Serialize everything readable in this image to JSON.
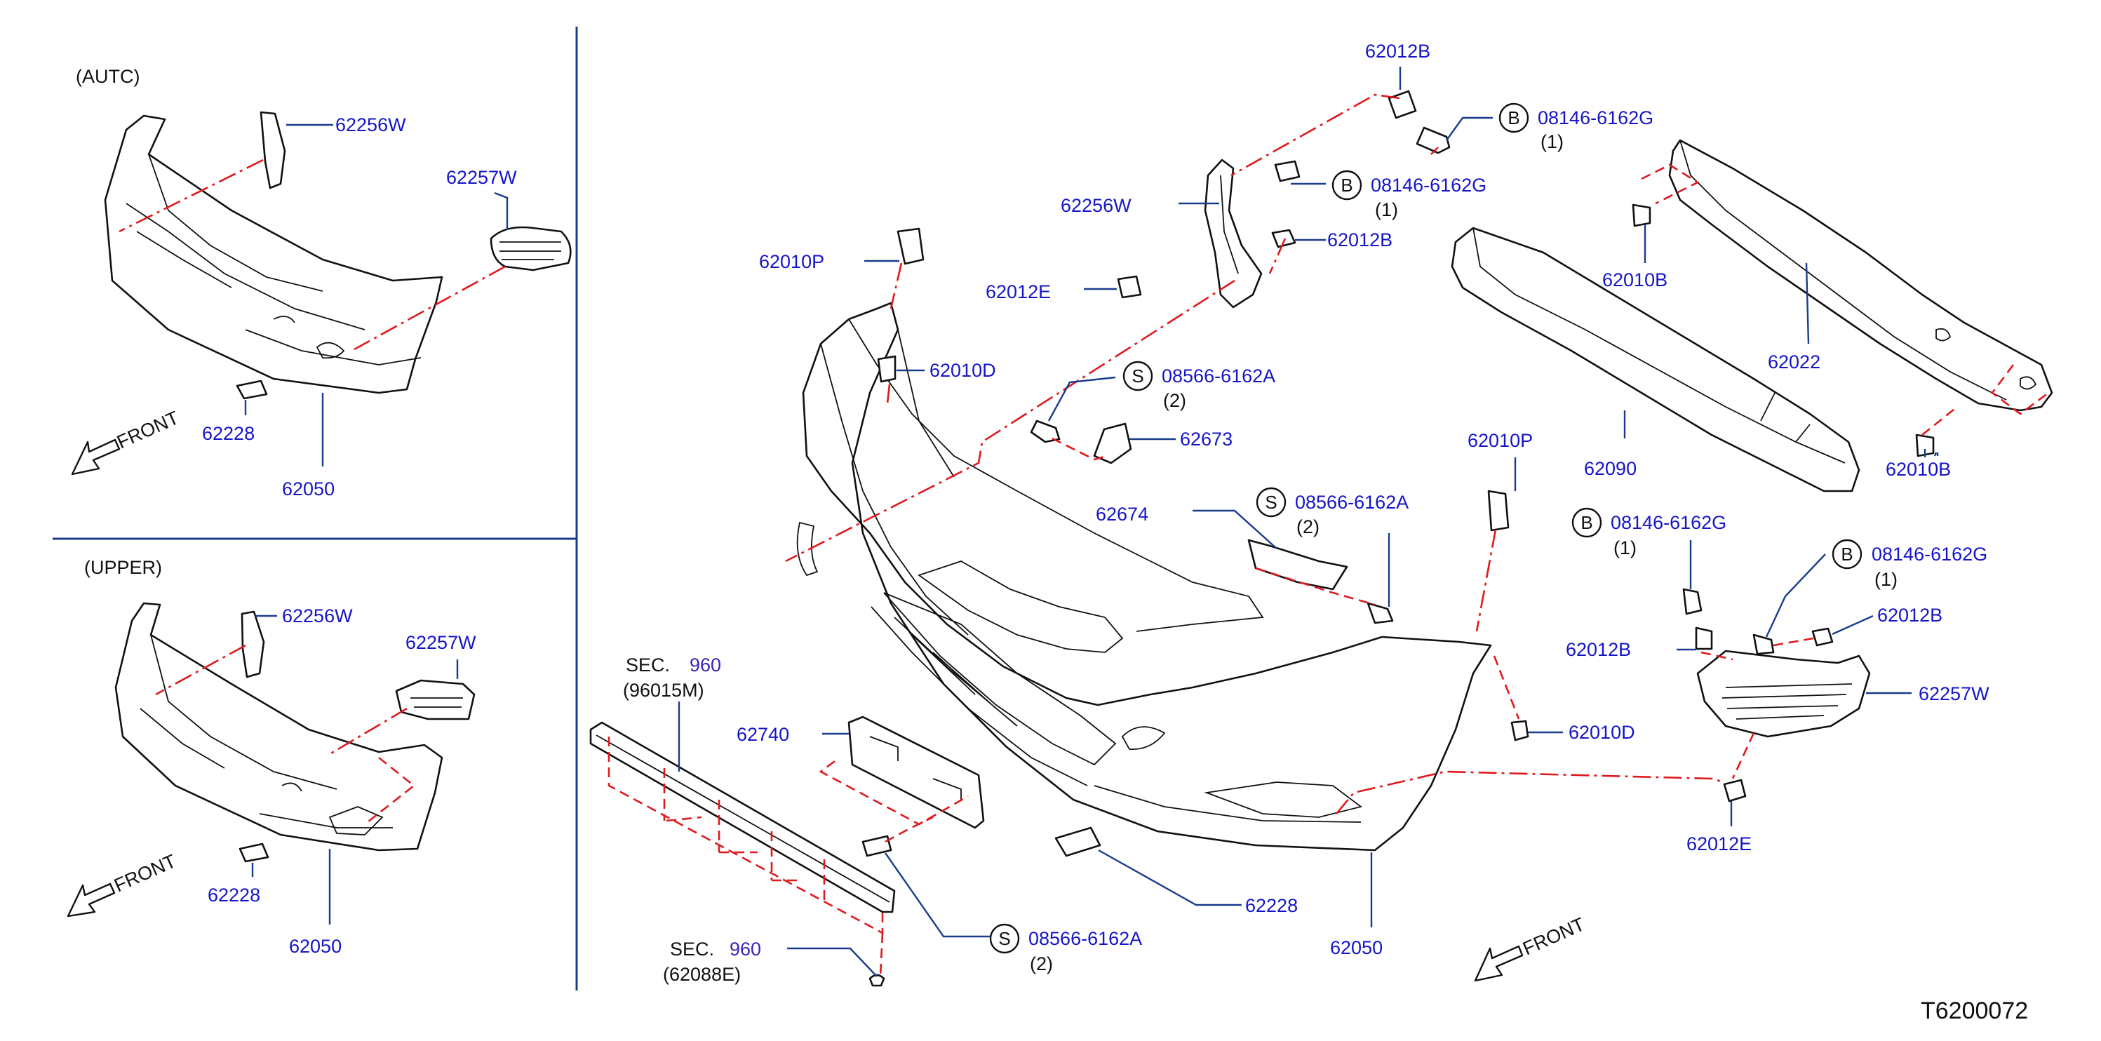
{
  "diagram_code": "T6200072",
  "panels": {
    "autc": {
      "title": "(AUTC)",
      "front": "FRONT",
      "labels": {
        "p62256w": "62256W",
        "p62257w": "62257W",
        "p62228": "62228",
        "p62050": "62050"
      }
    },
    "upper": {
      "title": "(UPPER)",
      "front": "FRONT",
      "labels": {
        "p62256w": "62256W",
        "p62257w": "62257W",
        "p62228": "62228",
        "p62050": "62050"
      }
    },
    "main": {
      "front": "FRONT",
      "labels": {
        "p62012b_top": "62012B",
        "b_top": "08146-6162G",
        "b_top_qty": "(1)",
        "p62256w": "62256W",
        "b_mid": "08146-6162G",
        "b_mid_qty": "(1)",
        "p62012b_mid": "62012B",
        "p62010p_left": "62010P",
        "p62012e_top": "62012E",
        "p62010d_left": "62010D",
        "s_top": "08566-6162A",
        "s_top_qty": "(2)",
        "p62673": "62673",
        "p62010b_top": "62010B",
        "p62022": "62022",
        "p62090": "62090",
        "p62010p_right": "62010P",
        "p62010b_right": "62010B",
        "p62674": "62674",
        "s_mid": "08566-6162A",
        "s_mid_qty": "(2)",
        "b_right1": "08146-6162G",
        "b_right1_qty": "(1)",
        "b_right2": "08146-6162G",
        "b_right2_qty": "(1)",
        "p62012b_right": "62012B",
        "p62012b_right2": "62012B",
        "p62257w": "62257W",
        "p62010d_right": "62010D",
        "sec_top": "SEC.",
        "sec_top_num": "960",
        "sec_top_ref": "(96015M)",
        "p62740": "62740",
        "p62012e_bottom": "62012E",
        "p62228": "62228",
        "s_bottom": "08566-6162A",
        "s_bottom_qty": "(2)",
        "p62050": "62050",
        "sec_bottom": "SEC.",
        "sec_bottom_num": "960",
        "sec_bottom_ref": "(62088E)"
      }
    }
  },
  "symbols": {
    "bolt": "B",
    "screw": "S"
  },
  "colors": {
    "label_blue": "#1515c8",
    "leader_blue": "#1a3c8c",
    "ref_red": "#e0191d",
    "line_black": "#111111"
  },
  "icons": [
    "front-arrow-icon",
    "bolt-b-symbol",
    "screw-s-symbol"
  ]
}
